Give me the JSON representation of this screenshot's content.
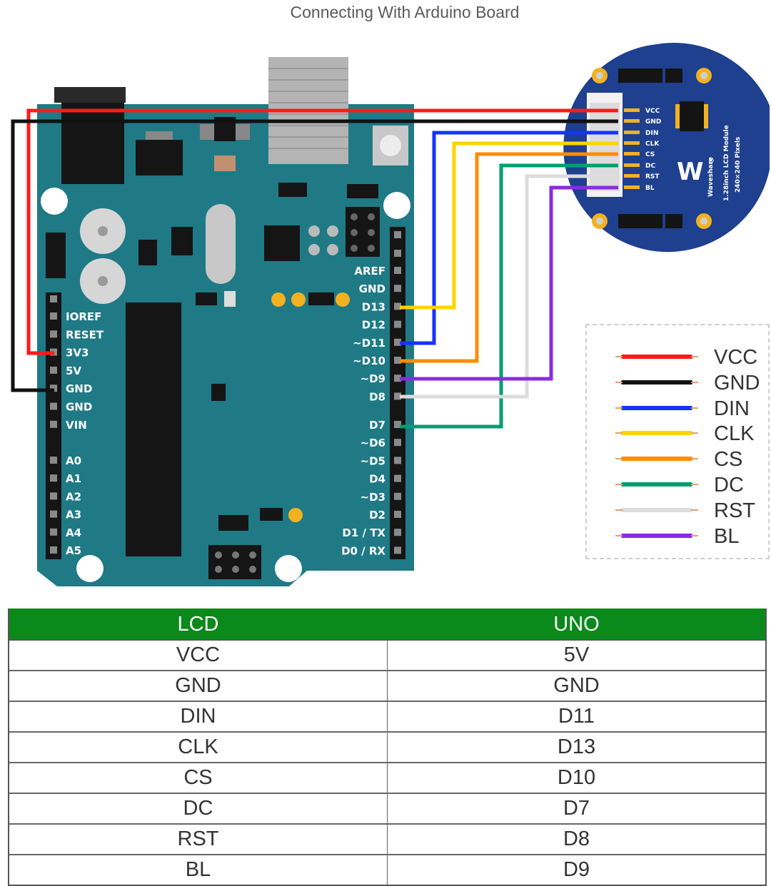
{
  "title": "Connecting With Arduino Board",
  "colors": {
    "board": "#1f7a86",
    "lcd": "#1f3f8f",
    "table_header": "#0a8a1a",
    "VCC": "#ff1a1a",
    "GND": "#111111",
    "DIN": "#1433ff",
    "CLK": "#ffd400",
    "CS": "#ff8c00",
    "DC": "#009e70",
    "RST": "#dcdcdc",
    "BL": "#8a2be2"
  },
  "board": {
    "left_header": [
      "IOREF",
      "RESET",
      "3V3",
      "5V",
      "GND",
      "GND",
      "VIN"
    ],
    "analog_header": [
      "A0",
      "A1",
      "A2",
      "A3",
      "A4",
      "A5"
    ],
    "digital_upper": [
      "AREF",
      "GND",
      "D13",
      "D12",
      "~D11",
      "~D10",
      "~D9",
      "D8"
    ],
    "digital_lower": [
      "D7",
      "~D6",
      "~D5",
      "D4",
      "~D3",
      "D2",
      "D1 / TX",
      "D0 / RX"
    ]
  },
  "lcd_module": {
    "pins": [
      "VCC",
      "GND",
      "DIN",
      "CLK",
      "CS",
      "DC",
      "RST",
      "BL"
    ],
    "brand": "Waveshare",
    "name": "1.28inch LCD Module",
    "resolution": "240×240 Pixels",
    "registered": "®"
  },
  "legend": [
    "VCC",
    "GND",
    "DIN",
    "CLK",
    "CS",
    "DC",
    "RST",
    "BL"
  ],
  "table": {
    "headers": [
      "LCD",
      "UNO"
    ],
    "rows": [
      [
        "VCC",
        "5V"
      ],
      [
        "GND",
        "GND"
      ],
      [
        "DIN",
        "D11"
      ],
      [
        "CLK",
        "D13"
      ],
      [
        "CS",
        "D10"
      ],
      [
        "DC",
        "D7"
      ],
      [
        "RST",
        "D8"
      ],
      [
        "BL",
        "D9"
      ]
    ]
  }
}
